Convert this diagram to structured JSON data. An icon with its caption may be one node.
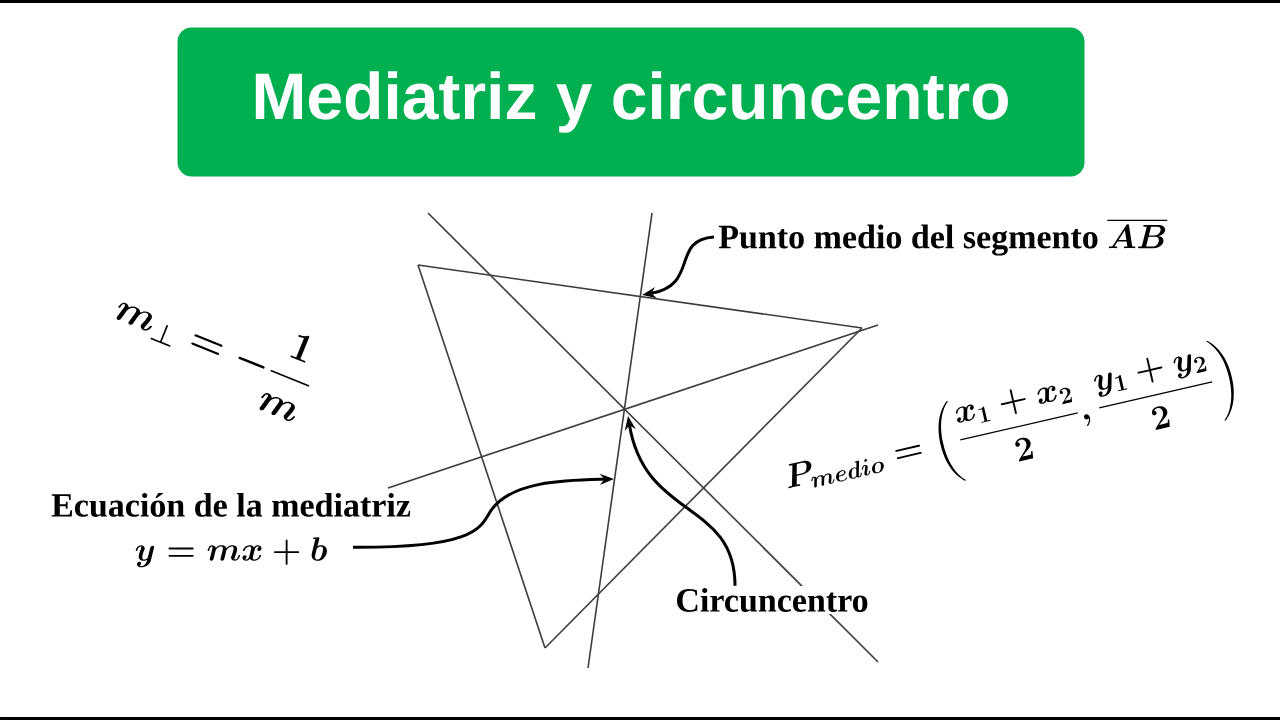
{
  "diagram": {
    "title": "Mediatriz y circuncentro",
    "nodes": [
      {
        "text": [
          "Punto medio del segmento",
          "\\overline{AB}"
        ]
      },
      {
        "text": [
          "Ecuación de la mediatriz",
          "y = mx + b"
        ]
      },
      {
        "text": [
          "Circuncentro"
        ]
      }
    ],
    "edges": [
      {
        "from": 0,
        "to": null,
        "arrow": "to"
      },
      {
        "from": 1,
        "to": null,
        "arrow": "to"
      },
      {
        "from": 2,
        "to": null,
        "arrow": "to"
      }
    ],
    "labels": [
      "m_{\\perp} = -\\frac{1}{m}",
      "P_{medio} = \\left(\\frac{x_1 + x_2}{2},\\frac{y_1 + y_2}{2}\\right)"
    ]
  }
}
